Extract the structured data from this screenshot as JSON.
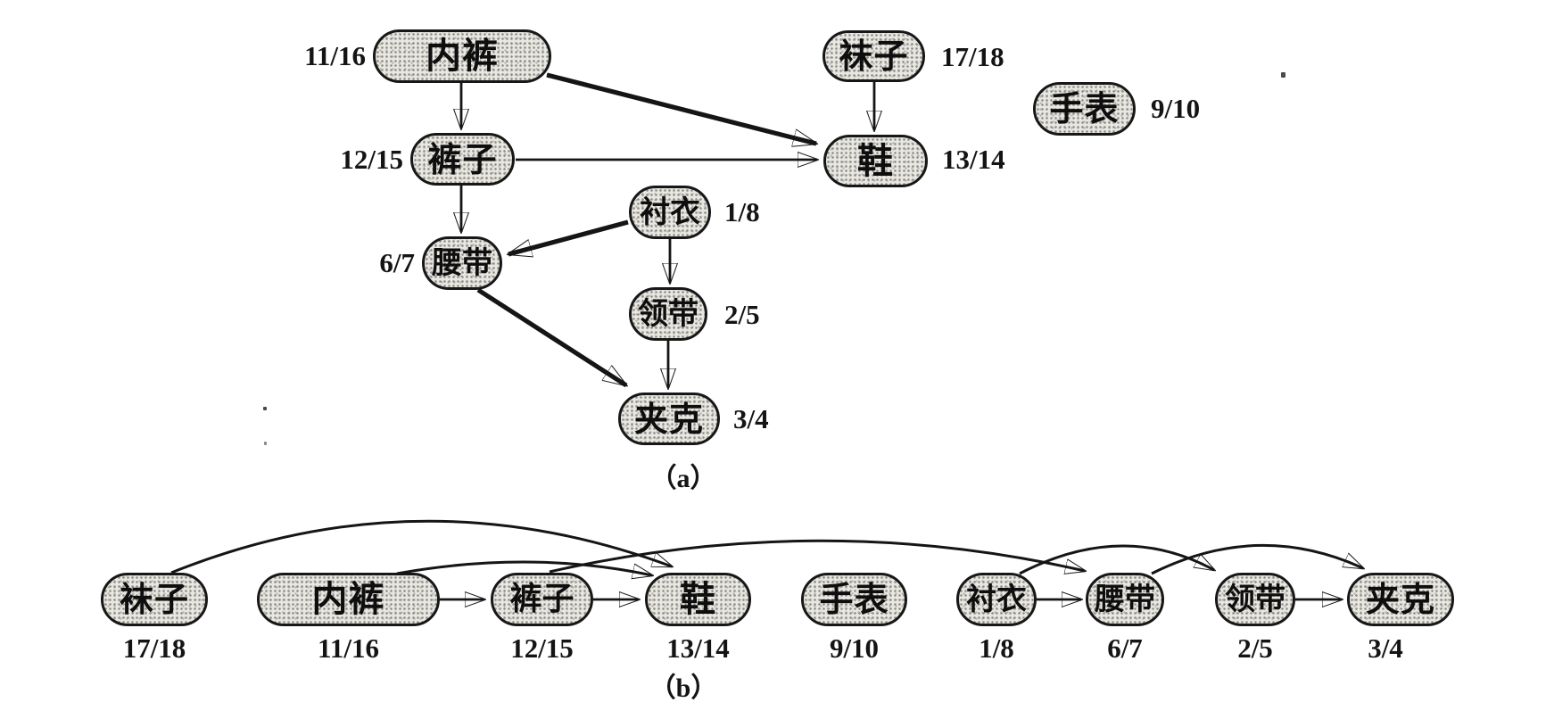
{
  "colors": {
    "background": "#ffffff",
    "ink": "#151515",
    "node_fill": "#e9e7e2"
  },
  "panel_a": {
    "caption": "（a）",
    "nodes": [
      {
        "id": "underwear",
        "label": "内裤",
        "time": "11/16"
      },
      {
        "id": "socks",
        "label": "袜子",
        "time": "17/18"
      },
      {
        "id": "watch",
        "label": "手表",
        "time": "9/10"
      },
      {
        "id": "pants",
        "label": "裤子",
        "time": "12/15"
      },
      {
        "id": "shoes",
        "label": "鞋",
        "time": "13/14"
      },
      {
        "id": "shirt",
        "label": "衬衣",
        "time": "1/8"
      },
      {
        "id": "belt",
        "label": "腰带",
        "time": "6/7"
      },
      {
        "id": "tie",
        "label": "领带",
        "time": "2/5"
      },
      {
        "id": "jacket",
        "label": "夹克",
        "time": "3/4"
      }
    ],
    "edges": [
      {
        "from": "内裤",
        "to": "裤子"
      },
      {
        "from": "内裤",
        "to": "鞋"
      },
      {
        "from": "裤子",
        "to": "鞋"
      },
      {
        "from": "裤子",
        "to": "腰带"
      },
      {
        "from": "袜子",
        "to": "鞋"
      },
      {
        "from": "衬衣",
        "to": "腰带"
      },
      {
        "from": "衬衣",
        "to": "领带"
      },
      {
        "from": "腰带",
        "to": "夹克"
      },
      {
        "from": "领带",
        "to": "夹克"
      }
    ]
  },
  "panel_b": {
    "caption": "（b）",
    "nodes": [
      {
        "id": "socks",
        "label": "袜子",
        "time": "17/18"
      },
      {
        "id": "underwear",
        "label": "内裤",
        "time": "11/16"
      },
      {
        "id": "pants",
        "label": "裤子",
        "time": "12/15"
      },
      {
        "id": "shoes",
        "label": "鞋",
        "time": "13/14"
      },
      {
        "id": "watch",
        "label": "手表",
        "time": "9/10"
      },
      {
        "id": "shirt",
        "label": "衬衣",
        "time": "1/8"
      },
      {
        "id": "belt",
        "label": "腰带",
        "time": "6/7"
      },
      {
        "id": "tie",
        "label": "领带",
        "time": "2/5"
      },
      {
        "id": "jacket",
        "label": "夹克",
        "time": "3/4"
      }
    ],
    "edges": [
      {
        "from": "袜子",
        "to": "鞋"
      },
      {
        "from": "内裤",
        "to": "裤子"
      },
      {
        "from": "内裤",
        "to": "鞋"
      },
      {
        "from": "裤子",
        "to": "鞋"
      },
      {
        "from": "裤子",
        "to": "腰带"
      },
      {
        "from": "衬衣",
        "to": "腰带"
      },
      {
        "from": "衬衣",
        "to": "领带"
      },
      {
        "from": "腰带",
        "to": "夹克"
      },
      {
        "from": "领带",
        "to": "夹克"
      }
    ]
  }
}
